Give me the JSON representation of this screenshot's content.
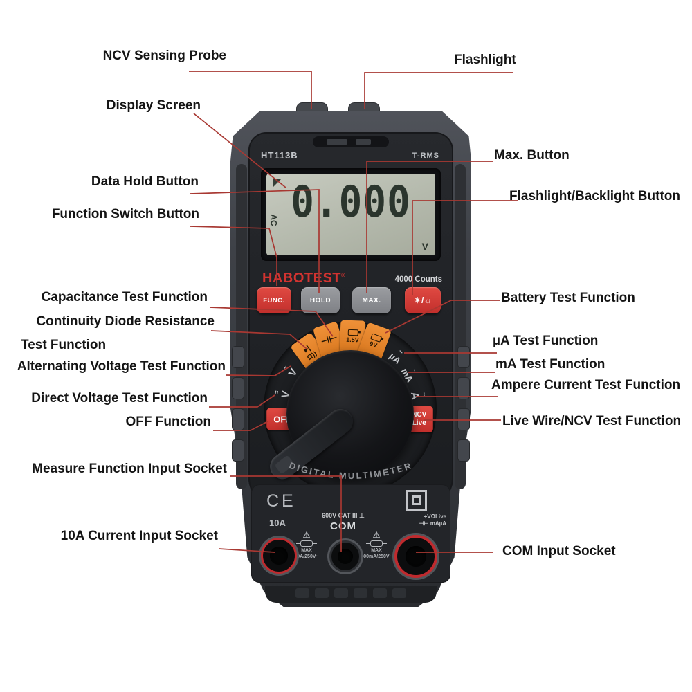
{
  "figure": {
    "type": "multimeter annotation diagram",
    "background": "#ffffff"
  },
  "colors": {
    "accent_red": "#d23330",
    "dial_orange": "#e2832d",
    "callout_line": "#a83832",
    "lcd_green": "#b9beb2",
    "body_gray": "#3e4147",
    "label_text": "#141414"
  },
  "annotations": {
    "left": [
      "NCV Sensing Probe",
      "Display Screen",
      "Data Hold Button",
      "Function Switch Button",
      "Capacitance Test Function",
      "Continuity Diode Resistance",
      "Test Function",
      "Alternating Voltage Test Function",
      "Direct Voltage Test Function",
      "OFF Function",
      "Measure Function Input Socket",
      "10A Current Input Socket"
    ],
    "right": [
      "Flashlight",
      "Max. Button",
      "Flashlight/Backlight Button",
      "Battery Test Function",
      "µA Test Function",
      "mA Test Function",
      "Ampere Current Test Function",
      "Live Wire/NCV Test Function",
      "COM Input Socket"
    ]
  },
  "device": {
    "model": "HT113B",
    "trms": "T-RMS",
    "lcd": {
      "value": "0.000",
      "mode": "AC",
      "unit": "V"
    },
    "brand": "HABOTEST",
    "brand_reg": "®",
    "counts": "4000 Counts",
    "buttons": {
      "func": "FUNC.",
      "hold": "HOLD",
      "max": "MAX.",
      "flash_icons": "☀/☼"
    },
    "dial": {
      "off": "OFF",
      "dcv_top": "=",
      "dcv": "V",
      "acv_top": "~",
      "acv": "V",
      "orange": [
        {
          "line1": "▸|",
          "line2": "Ω))"
        },
        {
          "line1": "⊣⊢",
          "line2": ""
        },
        {
          "line1": "1.5V",
          "line2": ""
        },
        {
          "line1": "9V",
          "line2": ""
        }
      ],
      "ua_top": "~",
      "ua": "µA",
      "ma_top": "~",
      "ma": "mA",
      "a_top": "~",
      "a": "A",
      "ncv_line1": "NCV",
      "ncv_line2": "Live",
      "arc_text": "DIGITAL MULTIMETER"
    },
    "bottom": {
      "ce": "CE",
      "ten_a": "10A",
      "cat": "600V CAT III ⊥",
      "com": "COM",
      "right_jack_line1": "+VΩLive",
      "right_jack_line2": "⊣⊢ mAµA",
      "warning_icon": "⚠",
      "warn_left_line1": "MAX",
      "warn_left_line2": "10A/250V~",
      "warn_right_line1": "MAX",
      "warn_right_line2": "400mA/250V~"
    }
  }
}
